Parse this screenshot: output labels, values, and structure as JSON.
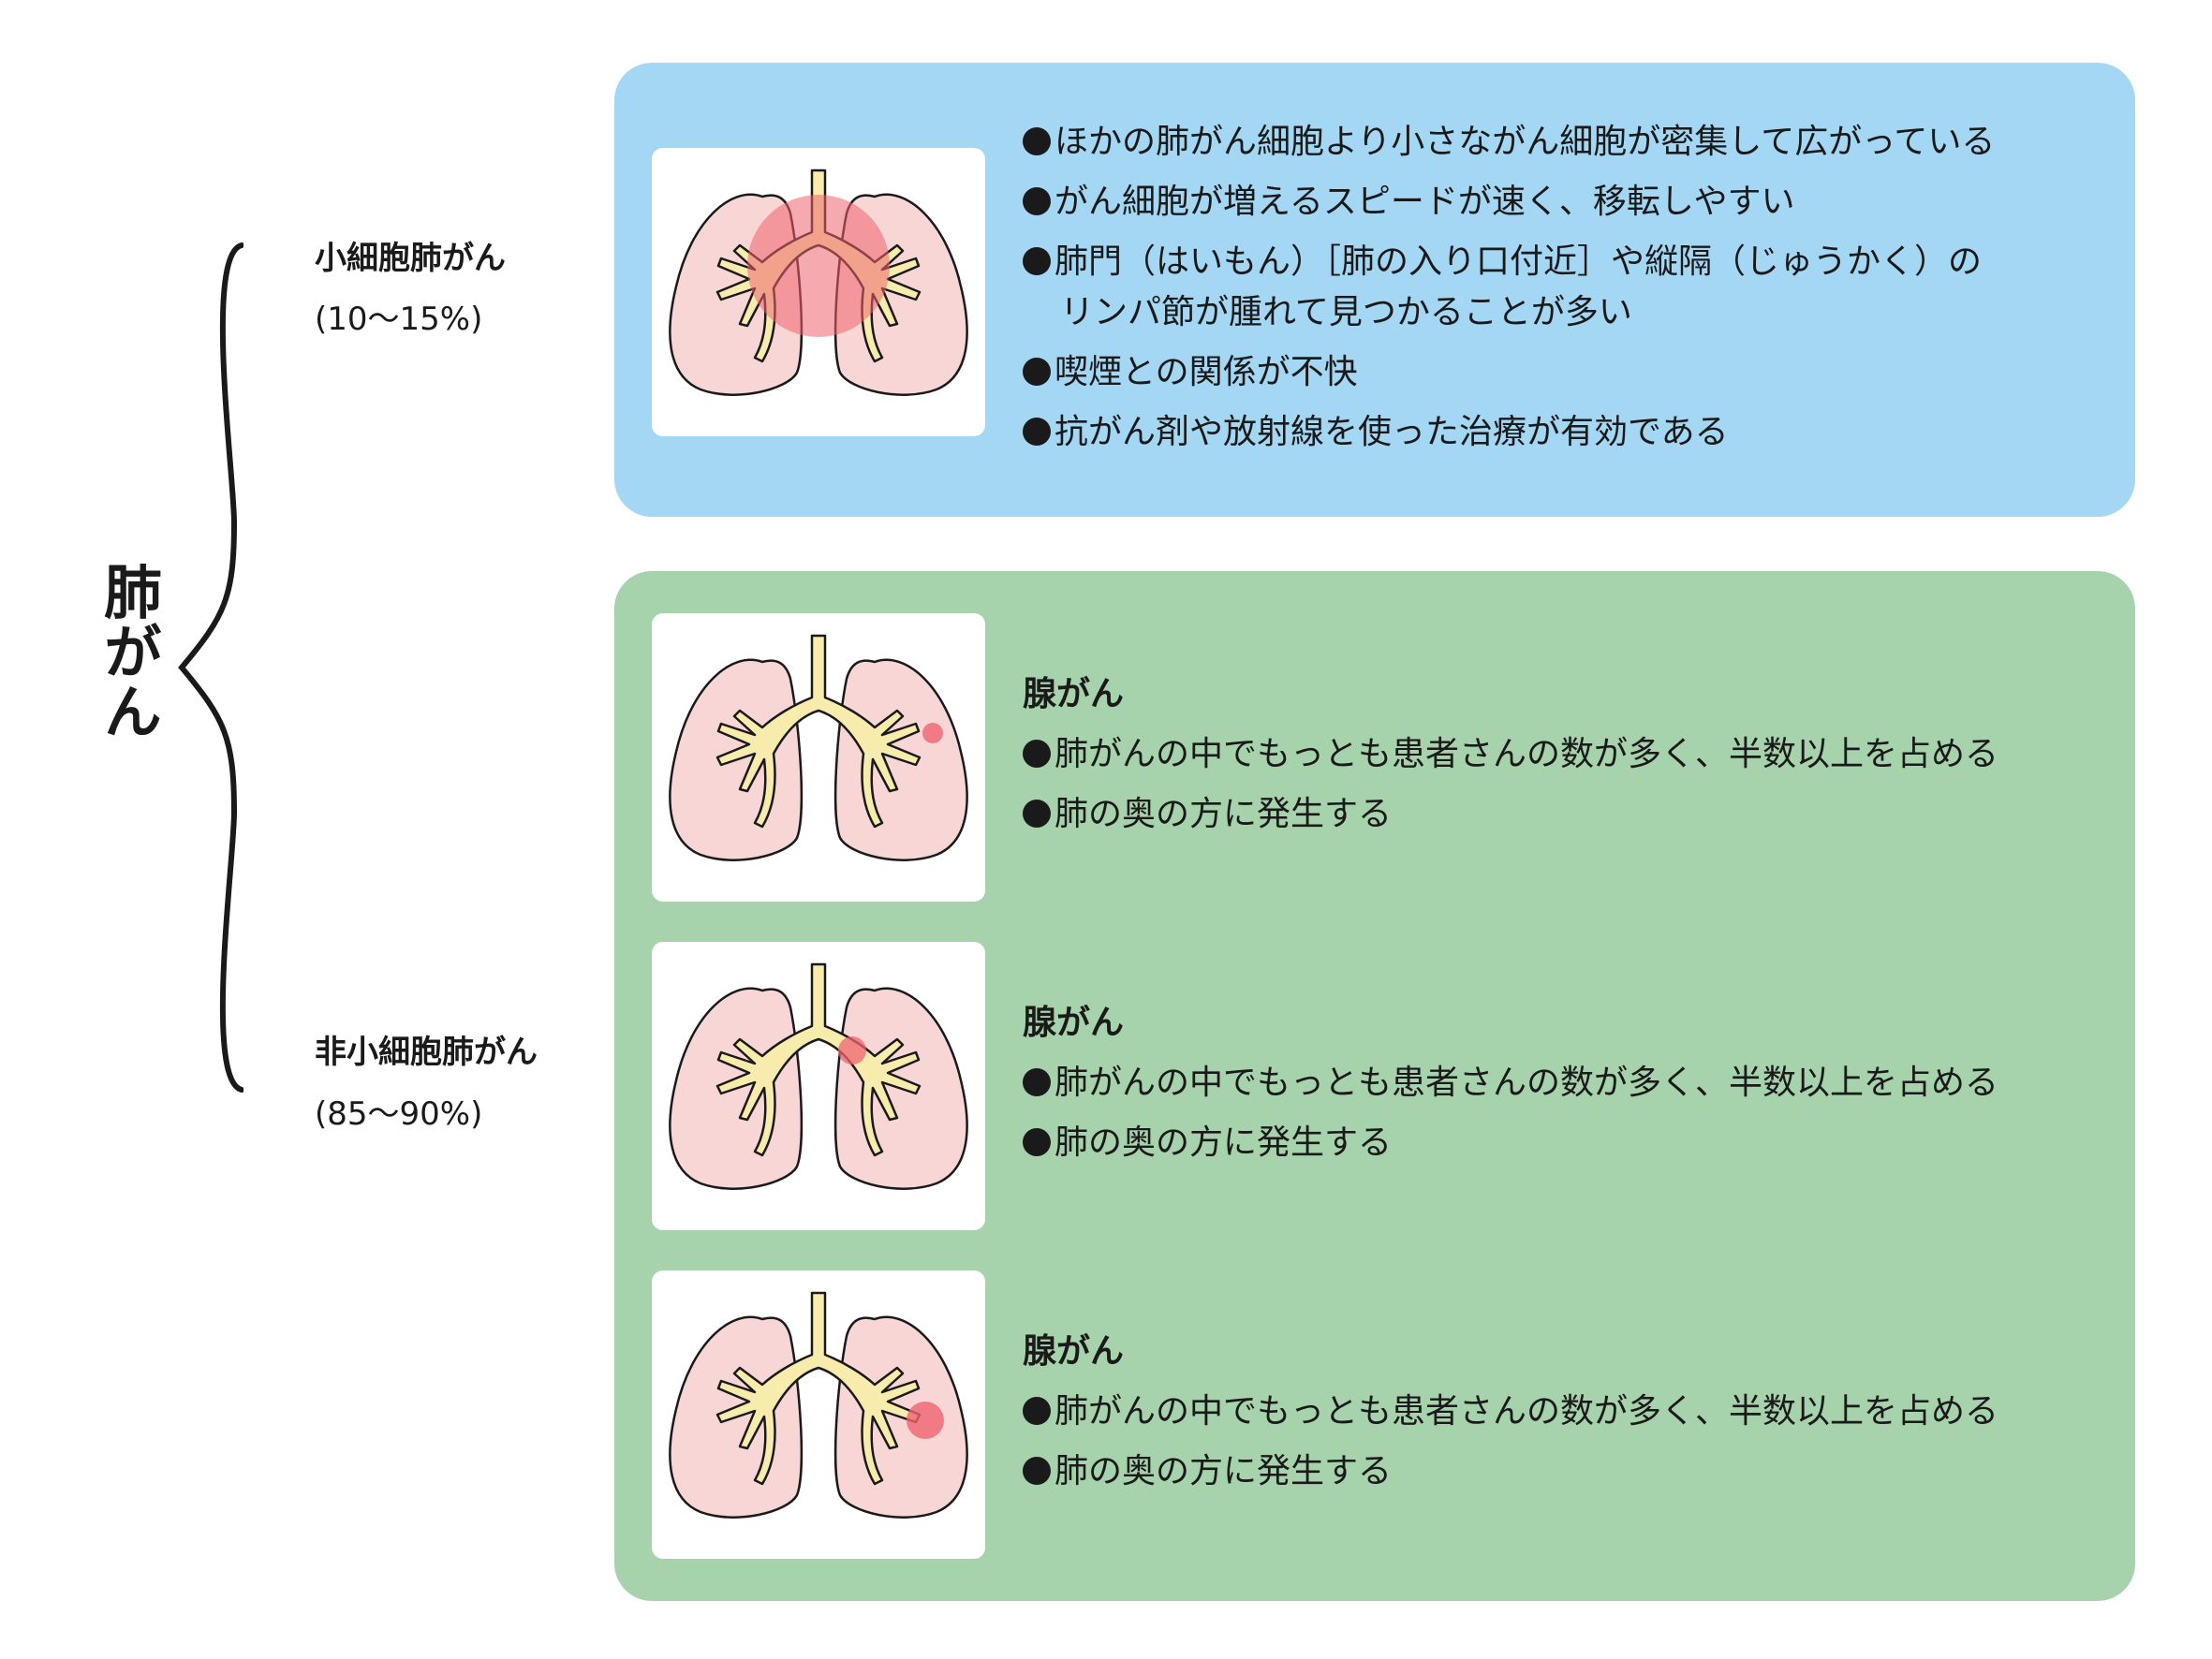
{
  "title": "肺がん",
  "colors": {
    "blue_panel": "#a3d7f3",
    "green_panel": "#a6d3ab",
    "lung_fill": "#f8d6d6",
    "airway_fill": "#f7ecab",
    "tumor": "#ee6470"
  },
  "small_cell": {
    "label": "小細胞肺がん",
    "percent": "(10〜15%)",
    "bullets": [
      "ほかの肺がん細胞より小さながん細胞が密集して広がっている",
      "がん細胞が増えるスピードが速く、移転しやすい",
      "肺門（はいもん）［肺の入り口付近］や縦隔（じゅうかく）の",
      "リンパ節が腫れて見つかることが多い",
      "喫煙との関係が不快",
      "抗がん剤や放射線を使った治療が有効である"
    ]
  },
  "non_small_cell": {
    "label": "非小細胞肺がん",
    "percent": "(85〜90%)",
    "subtypes": [
      {
        "title": "腺がん",
        "bullets": [
          "肺がんの中でもっとも患者さんの数が多く、半数以上を占める",
          "肺の奥の方に発生する"
        ]
      },
      {
        "title": "腺がん",
        "bullets": [
          "肺がんの中でもっとも患者さんの数が多く、半数以上を占める",
          "肺の奥の方に発生する"
        ]
      },
      {
        "title": "腺がん",
        "bullets": [
          "肺がんの中でもっとも患者さんの数が多く、半数以上を占める",
          "肺の奥の方に発生する"
        ]
      }
    ]
  }
}
